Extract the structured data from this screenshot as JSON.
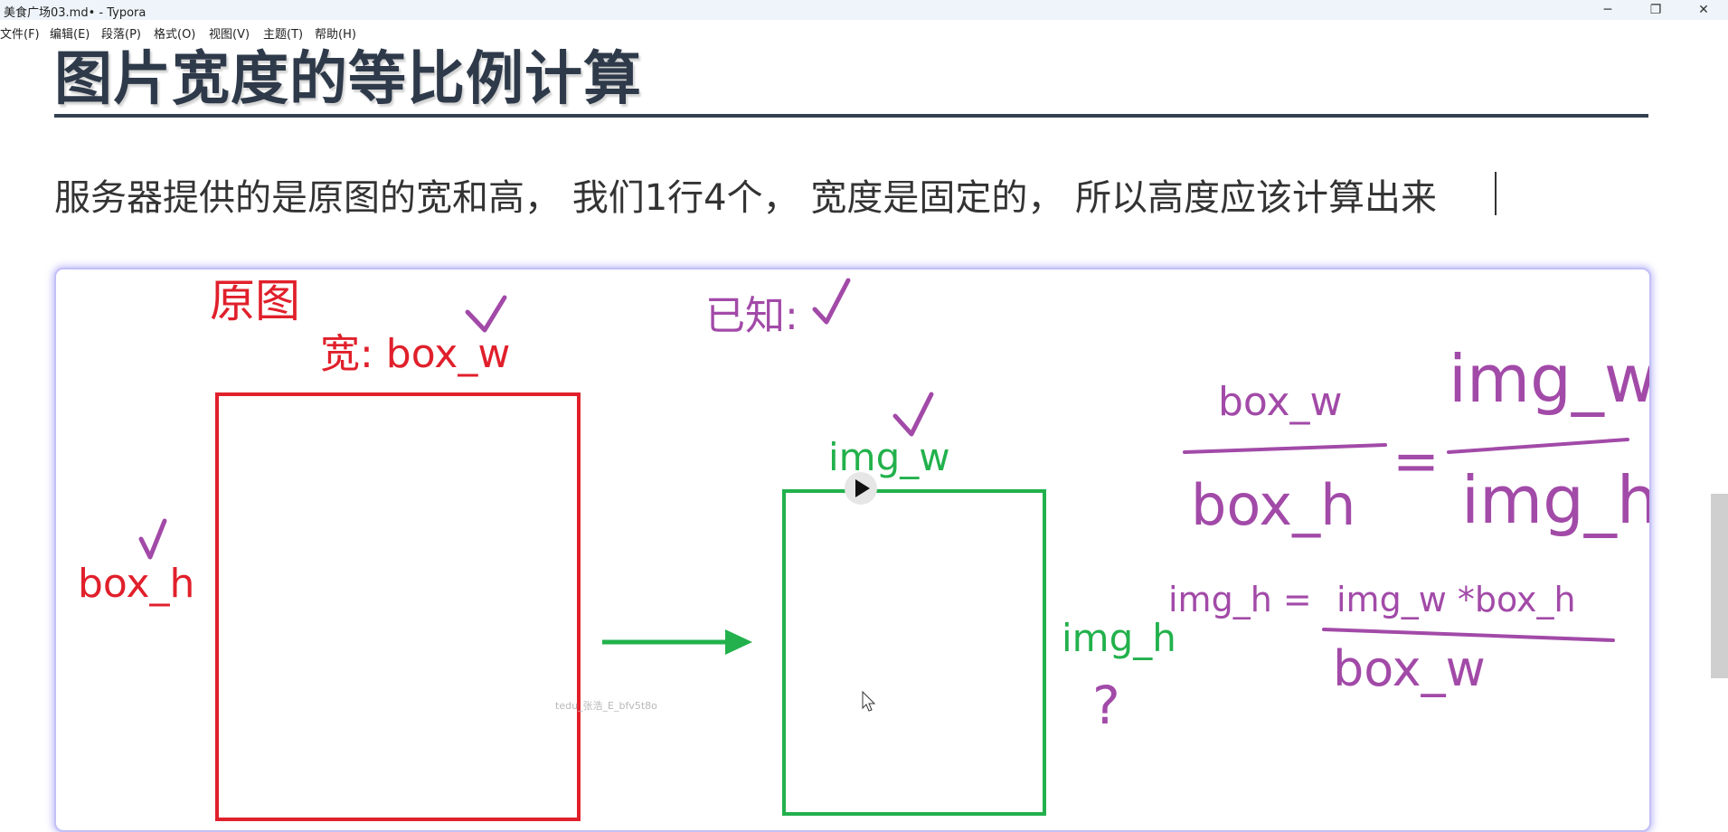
{
  "window": {
    "title": "美食广场03.md• - Typora",
    "controls": {
      "minimize": "─",
      "maximize": "❐",
      "close": "✕"
    }
  },
  "menu": [
    "文件(F)",
    "编辑(E)",
    "段落(P)",
    "格式(O)",
    "视图(V)",
    "主题(T)",
    "帮助(H)"
  ],
  "doc": {
    "heading": "图片宽度的等比例计算",
    "paragraph": "服务器提供的是原图的宽和高， 我们1行4个， 宽度是固定的， 所以高度应该计算出来"
  },
  "figure": {
    "original_label": "原图",
    "width_label": "宽: box_w",
    "height_label": "box_h",
    "known_label": "已知:",
    "img_w_label": "img_w",
    "img_h_label": "img_h",
    "question_mark": "?",
    "ratio_num_left": "box_w",
    "ratio_den_left": "box_h",
    "ratio_num_right": "img_w",
    "ratio_den_right": "img_h",
    "equals": "=",
    "formula_lhs": "img_h =",
    "formula_num": "img_w *box_h",
    "formula_den": "box_w",
    "watermark": "tedu_张浩_E_bfv5t8o",
    "play_icon": "play-icon",
    "cursor_icon": "mouse-cursor-icon",
    "colors": {
      "red": "#e0202b",
      "green": "#22b14c",
      "purple": "#a24aa8",
      "heading": "#2e3a4a"
    }
  }
}
